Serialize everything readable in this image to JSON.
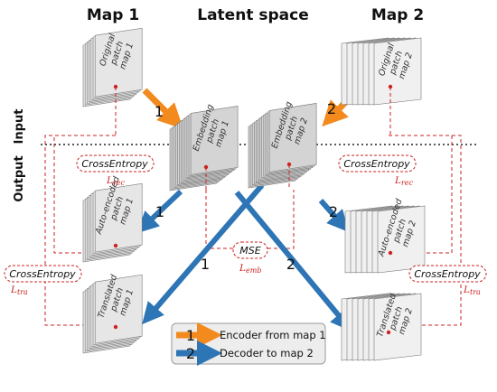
{
  "headers": {
    "map1": "Map 1",
    "latent": "Latent space",
    "map2": "Map 2"
  },
  "side_labels": {
    "input": "Input",
    "output": "Output"
  },
  "cards": {
    "orig1": [
      "Original",
      "patch",
      "map 1"
    ],
    "emb1": [
      "Embedding",
      "patch",
      "map 1"
    ],
    "emb2": [
      "Embedding",
      "patch",
      "map 2"
    ],
    "orig2": [
      "Original",
      "patch",
      "map 2"
    ],
    "auto1": [
      "Auto-encoded",
      "patch",
      "map 1"
    ],
    "trans1": [
      "Translated",
      "patch",
      "map 1"
    ],
    "auto2": [
      "Auto-encoded",
      "patch",
      "map 2"
    ],
    "trans2": [
      "Translated",
      "patch",
      "map 2"
    ]
  },
  "losses": {
    "rec_left": {
      "label": "CrossEntropy",
      "symbol": "L",
      "sub": "rec"
    },
    "rec_right": {
      "label": "CrossEntropy",
      "symbol": "L",
      "sub": "rec"
    },
    "tra_left": {
      "label": "CrossEntropy",
      "symbol": "L",
      "sub": "tra"
    },
    "tra_right": {
      "label": "CrossEntropy",
      "symbol": "L",
      "sub": "tra"
    },
    "emb": {
      "label": "MSE",
      "symbol": "L",
      "sub": "emb"
    }
  },
  "arrow_numbers": {
    "enc1": "1",
    "enc2": "2",
    "dec1_auto": "1",
    "dec2_auto": "2",
    "dec1_cross": "1",
    "dec2_cross": "2"
  },
  "legend": {
    "encoder": {
      "num": "1",
      "label": "Encoder from map 1"
    },
    "decoder": {
      "num": "2",
      "label": "Decoder to map 2"
    }
  },
  "colors": {
    "encoder": "#f28a1e",
    "decoder": "#2e75b6",
    "loss": "#cc2222"
  }
}
